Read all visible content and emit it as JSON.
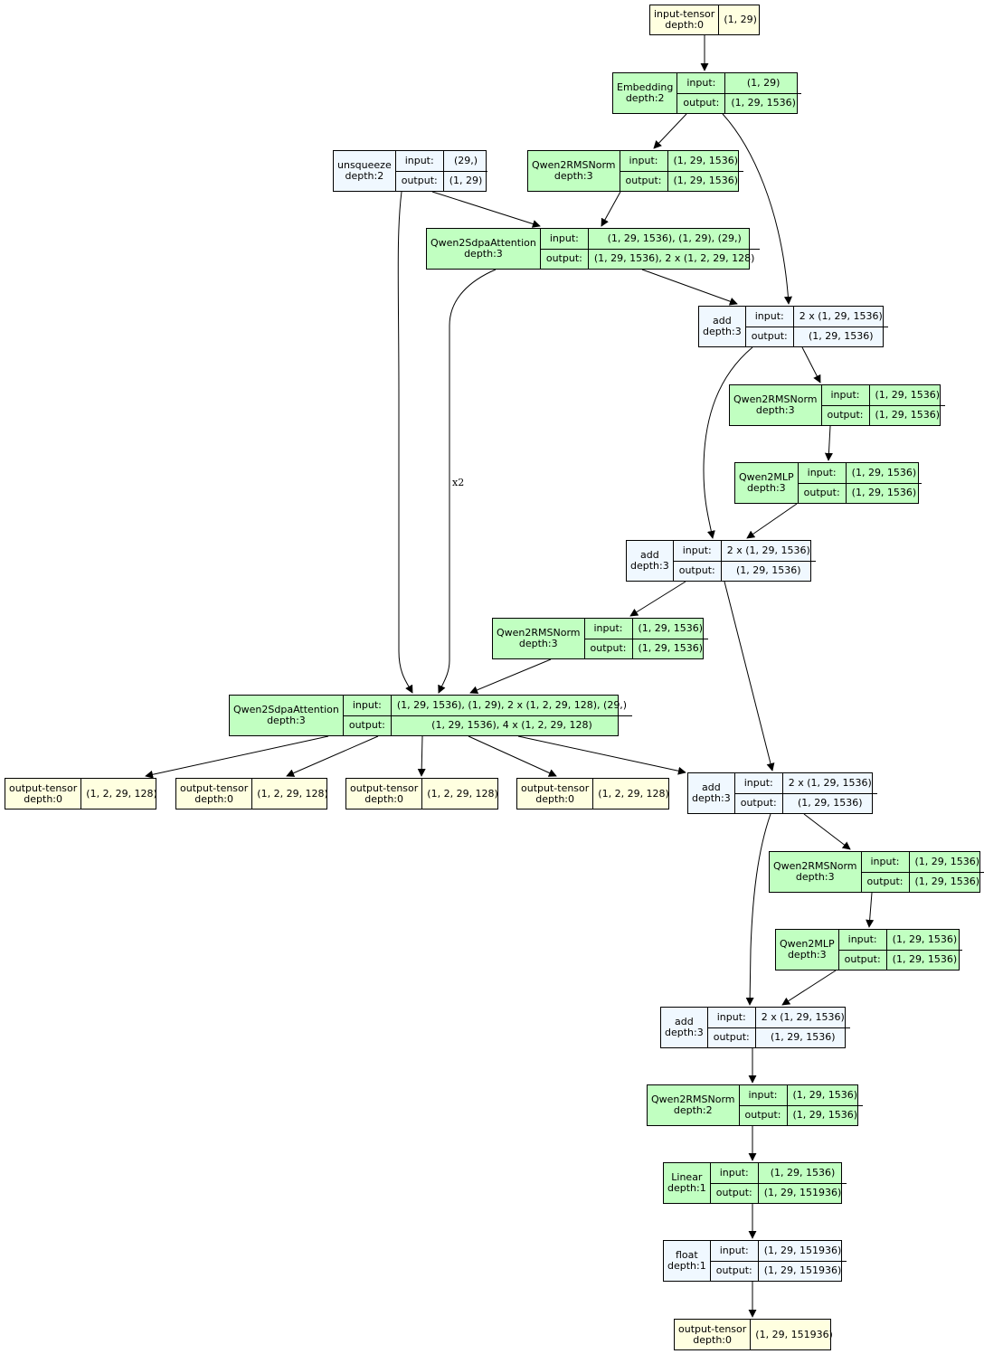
{
  "labels": {
    "input": "input:",
    "output": "output:"
  },
  "nodes": [
    {
      "id": "n0",
      "type": "tensor",
      "name": "input-tensor",
      "depth": "depth:0",
      "shape": "(1, 29)"
    },
    {
      "id": "n1",
      "type": "module",
      "name": "Embedding",
      "depth": "depth:2",
      "input": "(1, 29)",
      "output": "(1, 29, 1536)"
    },
    {
      "id": "n2",
      "type": "func",
      "name": "unsqueeze",
      "depth": "depth:2",
      "input": "(29,)",
      "output": "(1, 29)"
    },
    {
      "id": "n3",
      "type": "module",
      "name": "Qwen2RMSNorm",
      "depth": "depth:3",
      "input": "(1, 29, 1536)",
      "output": "(1, 29, 1536)"
    },
    {
      "id": "n4",
      "type": "module",
      "name": "Qwen2SdpaAttention",
      "depth": "depth:3",
      "input": "(1, 29, 1536), (1, 29), (29,)",
      "output": "(1, 29, 1536), 2 x (1, 2, 29, 128)"
    },
    {
      "id": "n5",
      "type": "func",
      "name": "add",
      "depth": "depth:3",
      "input": "2 x (1, 29, 1536)",
      "output": "(1, 29, 1536)"
    },
    {
      "id": "n6",
      "type": "module",
      "name": "Qwen2RMSNorm",
      "depth": "depth:3",
      "input": "(1, 29, 1536)",
      "output": "(1, 29, 1536)"
    },
    {
      "id": "n7",
      "type": "module",
      "name": "Qwen2MLP",
      "depth": "depth:3",
      "input": "(1, 29, 1536)",
      "output": "(1, 29, 1536)"
    },
    {
      "id": "n8",
      "type": "func",
      "name": "add",
      "depth": "depth:3",
      "input": "2 x (1, 29, 1536)",
      "output": "(1, 29, 1536)"
    },
    {
      "id": "n9",
      "type": "module",
      "name": "Qwen2RMSNorm",
      "depth": "depth:3",
      "input": "(1, 29, 1536)",
      "output": "(1, 29, 1536)"
    },
    {
      "id": "n10",
      "type": "module",
      "name": "Qwen2SdpaAttention",
      "depth": "depth:3",
      "input": "(1, 29, 1536), (1, 29), 2 x (1, 2, 29, 128), (29,)",
      "output": "(1, 29, 1536), 4 x (1, 2, 29, 128)"
    },
    {
      "id": "n11",
      "type": "tensor",
      "name": "output-tensor",
      "depth": "depth:0",
      "shape": "(1, 2, 29, 128)"
    },
    {
      "id": "n12",
      "type": "tensor",
      "name": "output-tensor",
      "depth": "depth:0",
      "shape": "(1, 2, 29, 128)"
    },
    {
      "id": "n13",
      "type": "tensor",
      "name": "output-tensor",
      "depth": "depth:0",
      "shape": "(1, 2, 29, 128)"
    },
    {
      "id": "n14",
      "type": "tensor",
      "name": "output-tensor",
      "depth": "depth:0",
      "shape": "(1, 2, 29, 128)"
    },
    {
      "id": "n15",
      "type": "func",
      "name": "add",
      "depth": "depth:3",
      "input": "2 x (1, 29, 1536)",
      "output": "(1, 29, 1536)"
    },
    {
      "id": "n16",
      "type": "module",
      "name": "Qwen2RMSNorm",
      "depth": "depth:3",
      "input": "(1, 29, 1536)",
      "output": "(1, 29, 1536)"
    },
    {
      "id": "n17",
      "type": "module",
      "name": "Qwen2MLP",
      "depth": "depth:3",
      "input": "(1, 29, 1536)",
      "output": "(1, 29, 1536)"
    },
    {
      "id": "n18",
      "type": "func",
      "name": "add",
      "depth": "depth:3",
      "input": "2 x (1, 29, 1536)",
      "output": "(1, 29, 1536)"
    },
    {
      "id": "n19",
      "type": "module",
      "name": "Qwen2RMSNorm",
      "depth": "depth:2",
      "input": "(1, 29, 1536)",
      "output": "(1, 29, 1536)"
    },
    {
      "id": "n20",
      "type": "module",
      "name": "Linear",
      "depth": "depth:1",
      "input": "(1, 29, 1536)",
      "output": "(1, 29, 151936)"
    },
    {
      "id": "n21",
      "type": "func",
      "name": "float",
      "depth": "depth:1",
      "input": "(1, 29, 151936)",
      "output": "(1, 29, 151936)"
    },
    {
      "id": "n22",
      "type": "tensor",
      "name": "output-tensor",
      "depth": "depth:0",
      "shape": "(1, 29, 151936)"
    }
  ],
  "edges": [
    {
      "from": "n0",
      "to": "n1"
    },
    {
      "from": "n1",
      "to": "n3"
    },
    {
      "from": "n1",
      "to": "n5"
    },
    {
      "from": "n2",
      "to": "n4"
    },
    {
      "from": "n2",
      "to": "n10"
    },
    {
      "from": "n3",
      "to": "n4"
    },
    {
      "from": "n4",
      "to": "n5"
    },
    {
      "from": "n4",
      "to": "n10",
      "label": "x2"
    },
    {
      "from": "n5",
      "to": "n6"
    },
    {
      "from": "n5",
      "to": "n8"
    },
    {
      "from": "n6",
      "to": "n7"
    },
    {
      "from": "n7",
      "to": "n8"
    },
    {
      "from": "n8",
      "to": "n9"
    },
    {
      "from": "n8",
      "to": "n15"
    },
    {
      "from": "n9",
      "to": "n10"
    },
    {
      "from": "n10",
      "to": "n11"
    },
    {
      "from": "n10",
      "to": "n12"
    },
    {
      "from": "n10",
      "to": "n13"
    },
    {
      "from": "n10",
      "to": "n14"
    },
    {
      "from": "n10",
      "to": "n15"
    },
    {
      "from": "n15",
      "to": "n16"
    },
    {
      "from": "n15",
      "to": "n18"
    },
    {
      "from": "n16",
      "to": "n17"
    },
    {
      "from": "n17",
      "to": "n18"
    },
    {
      "from": "n18",
      "to": "n19"
    },
    {
      "from": "n19",
      "to": "n20"
    },
    {
      "from": "n20",
      "to": "n21"
    },
    {
      "from": "n21",
      "to": "n22"
    }
  ]
}
